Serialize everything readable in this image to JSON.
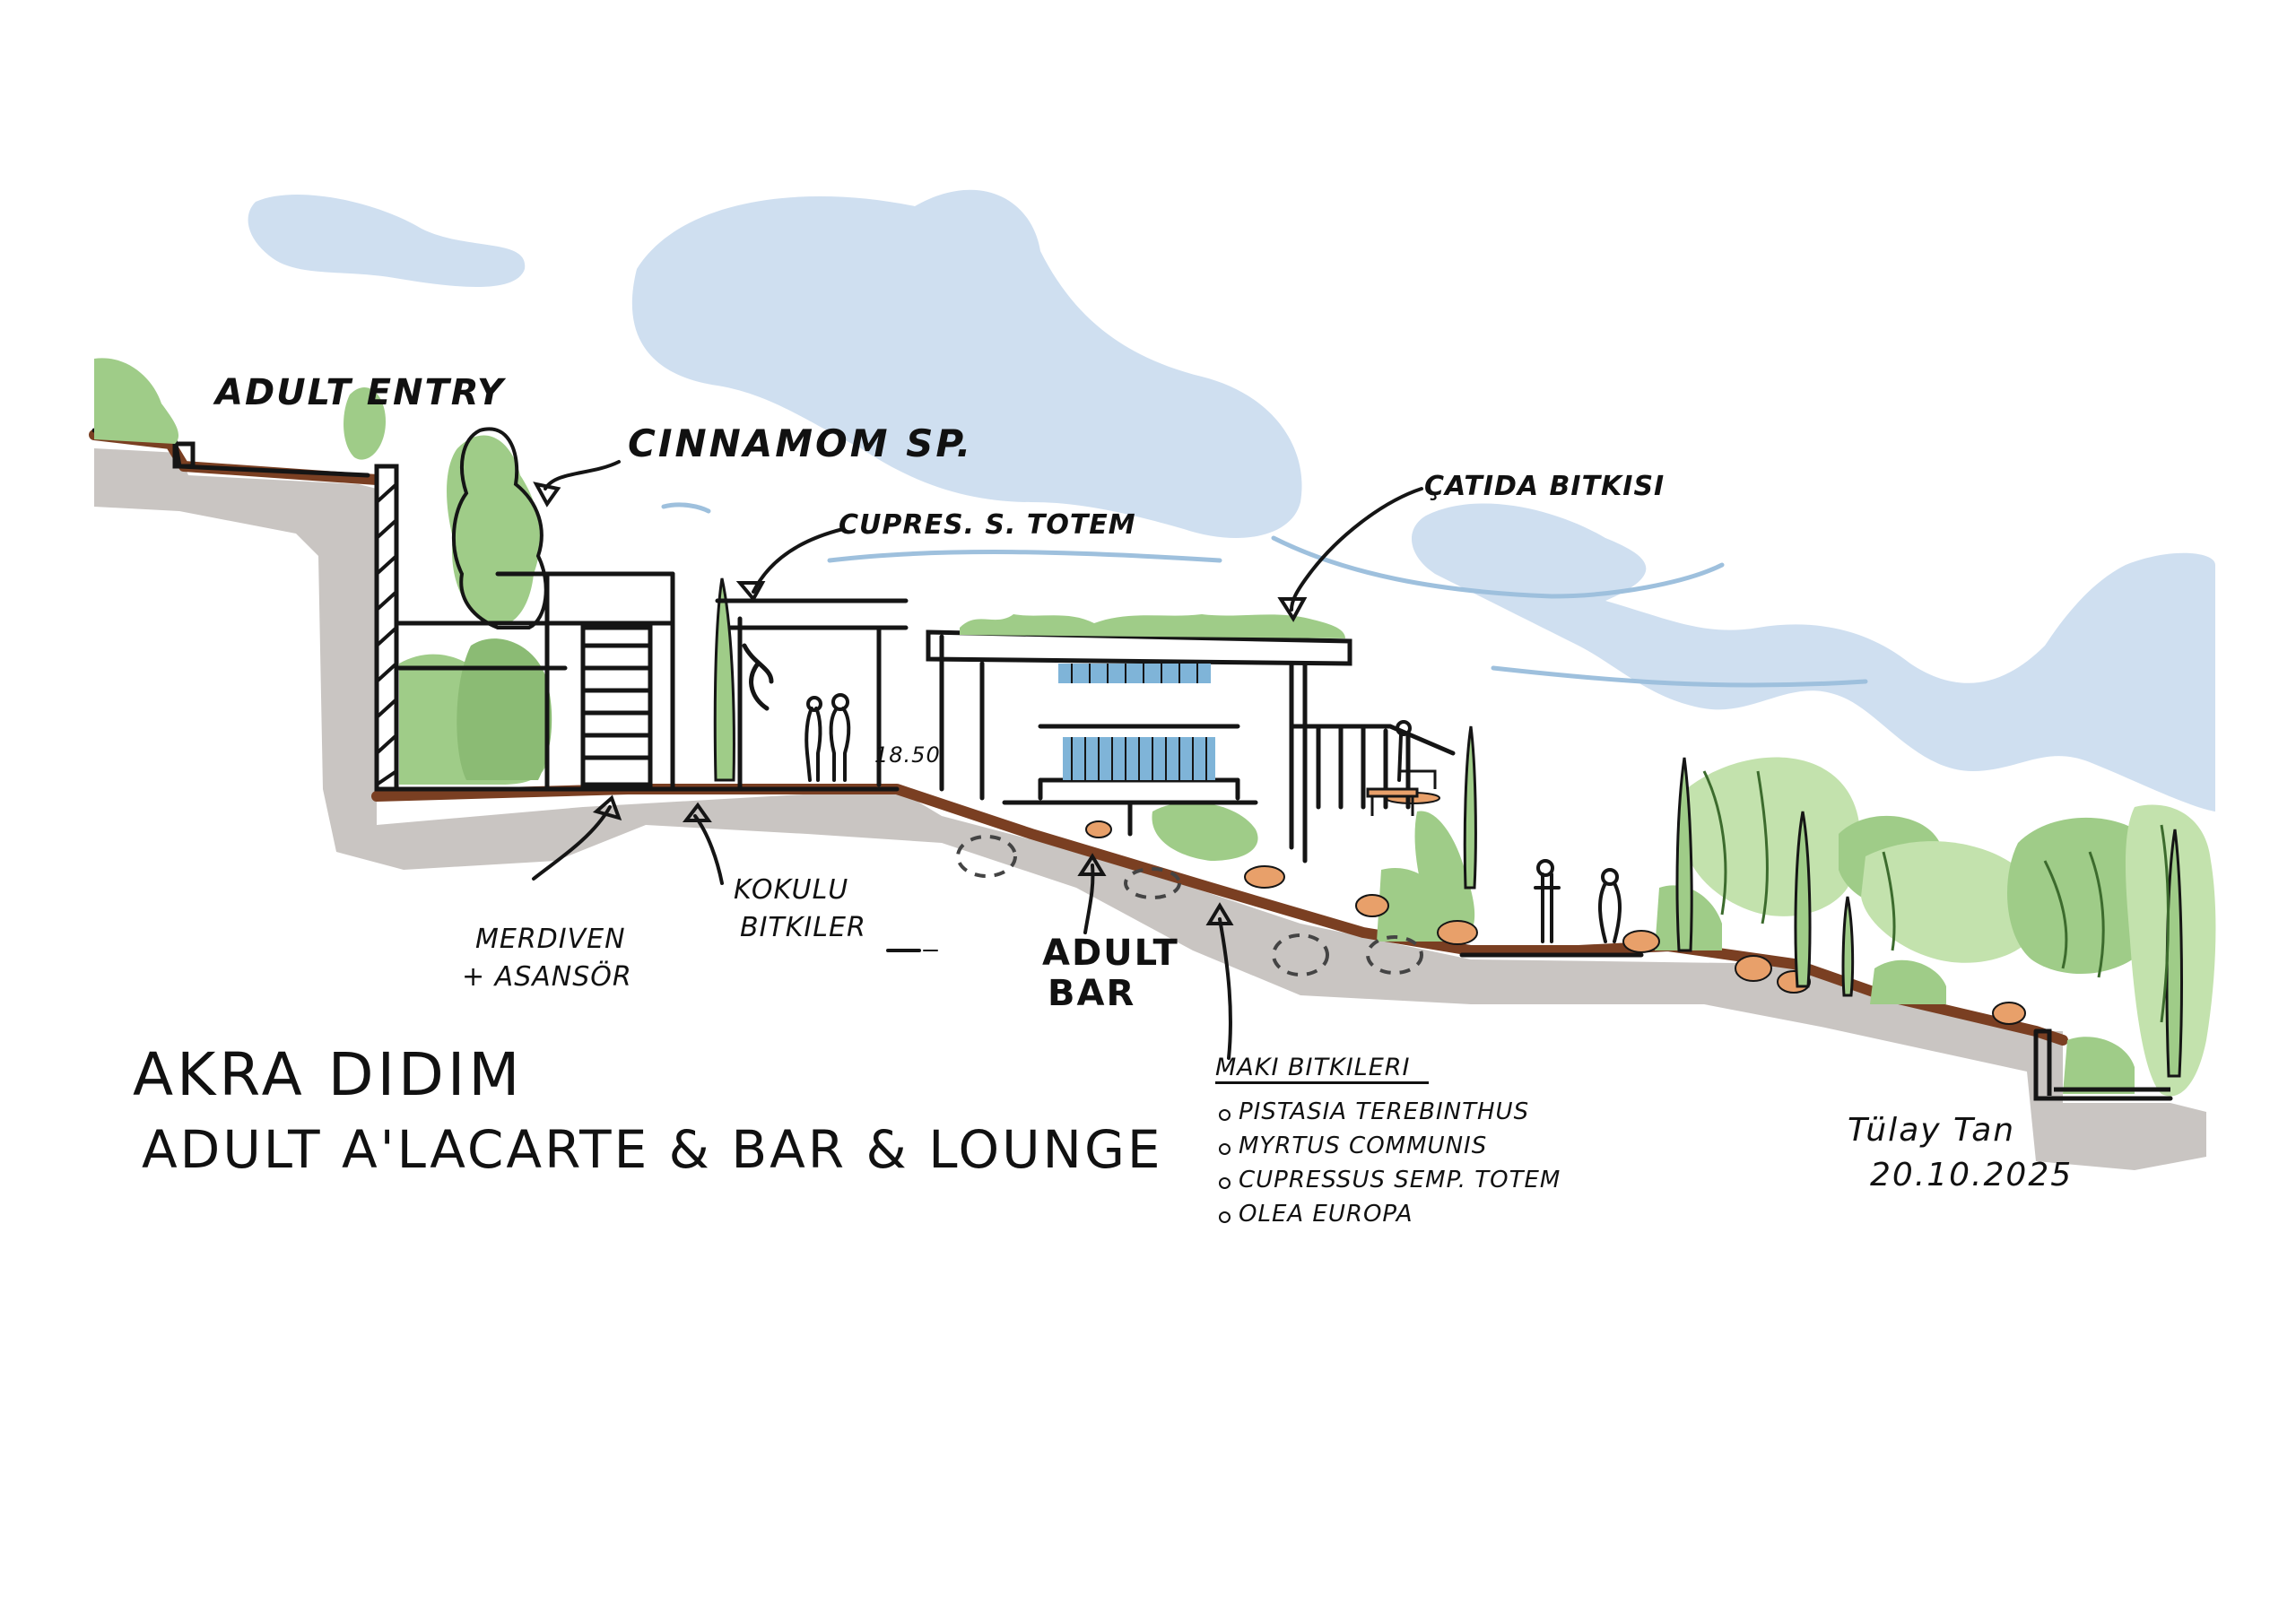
{
  "project": {
    "title": "AKRA DIDIM",
    "subtitle": "ADULT A'LACARTE & BAR & LOUNGE"
  },
  "labels": {
    "adult_entry": "ADULT ENTRY",
    "cinnamom": "CINNAMOM SP.",
    "cupressus_totem": "CUPRES. S. TOTEM",
    "roof_plant": "ÇATIDA BITKISI",
    "elevation": "18.50",
    "stairs_line1": "MERDIVEN",
    "stairs_line2": "+ ASANSÖR",
    "fragrant_line1": "KOKULU",
    "fragrant_line2": "BITKILER",
    "adult_bar_line1": "ADULT",
    "adult_bar_line2": "BAR"
  },
  "plant_list": {
    "title": "MAKI BITKILERI",
    "items": [
      "PISTASIA TEREBINTHUS",
      "MYRTUS COMMUNIS",
      "CUPRESSUS SEMP. TOTEM",
      "OLEA EUROPA"
    ]
  },
  "signature": {
    "name": "Tülay Tan",
    "date": "20.10.2025"
  },
  "colors": {
    "sky": "#cfdff0",
    "ground": "#c9c5c2",
    "soil": "#7a3f22",
    "foliage": "#9fcc88",
    "foliage_light": "#c3e2ad",
    "glass": "#7fb4d8",
    "rock": "#e8a06a",
    "ink": "#151515"
  }
}
